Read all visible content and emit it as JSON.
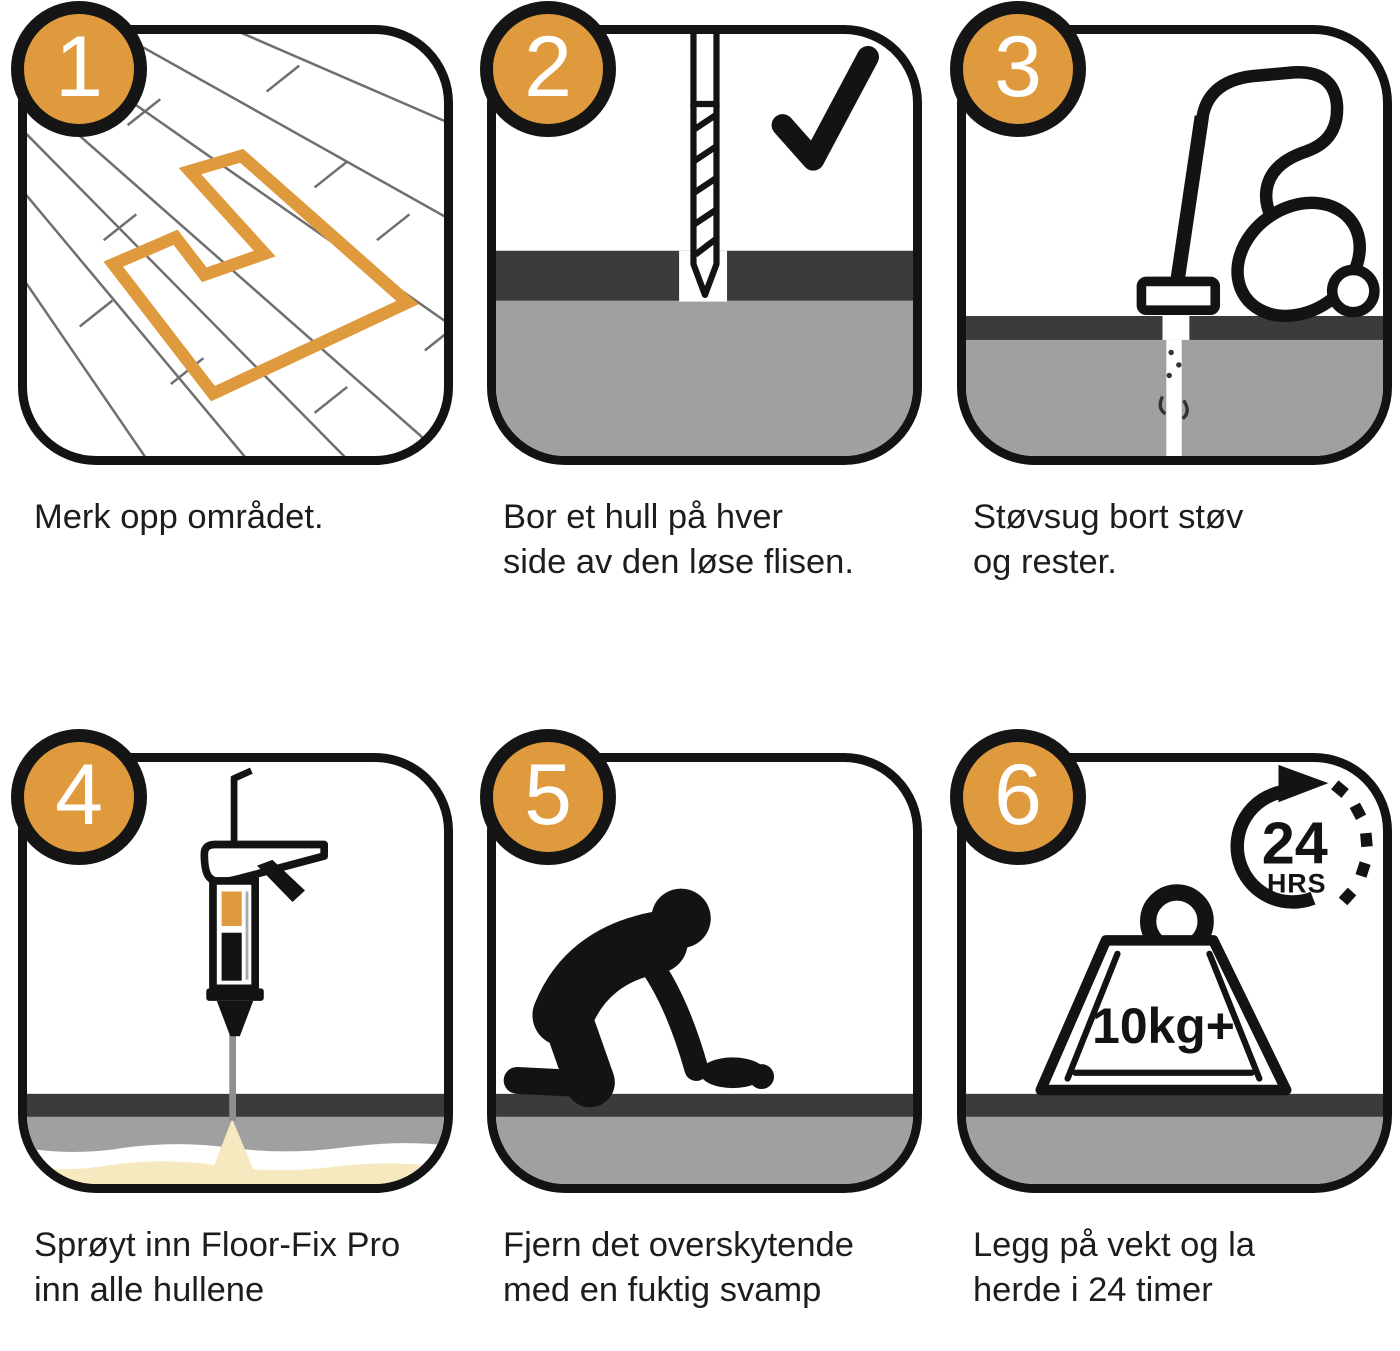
{
  "colors": {
    "accent_orange": "#DF9A3E",
    "tile_dark_gray": "#3B3B3B",
    "substrate_gray": "#A0A0A0",
    "adhesive_cream": "#F7E9BF",
    "outline_black": "#131313",
    "caption_text": "#1d1d1d",
    "badge_text": "#ffffff"
  },
  "steps": [
    {
      "number": "1",
      "icon": "floor-marking-icon",
      "caption_line1": "Merk opp området.",
      "caption_line2": ""
    },
    {
      "number": "2",
      "icon": "drill-bit-icon",
      "caption_line1": "Bor et hull på hver",
      "caption_line2": "side av den løse flisen."
    },
    {
      "number": "3",
      "icon": "vacuum-cleaner-icon",
      "caption_line1": "Støvsug bort støv",
      "caption_line2": "og rester."
    },
    {
      "number": "4",
      "icon": "caulk-gun-icon",
      "caption_line1": "Sprøyt inn Floor-Fix Pro",
      "caption_line2": "inn alle hullene"
    },
    {
      "number": "5",
      "icon": "kneeling-person-sponge-icon",
      "caption_line1": "Fjern det overskytende",
      "caption_line2": "med en fuktig svamp"
    },
    {
      "number": "6",
      "icon": "weight-and-timer-icon",
      "caption_line1": "Legg på vekt og la",
      "caption_line2": "herde i 24 timer"
    }
  ],
  "labels": {
    "weight": "10kg+",
    "timer_number": "24",
    "timer_unit": "HRS"
  }
}
